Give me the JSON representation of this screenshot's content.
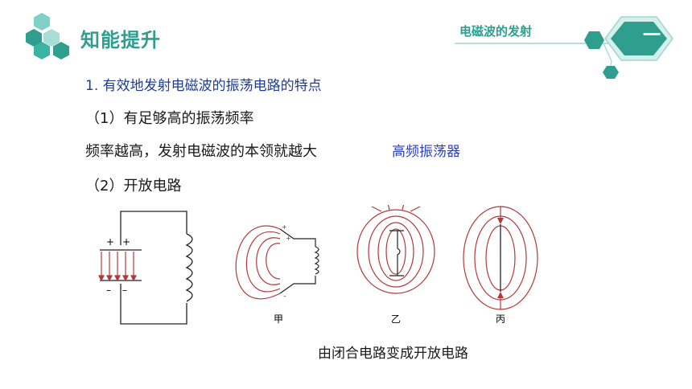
{
  "header": {
    "section_title": "知能提升",
    "chapter_label": "电磁波的发射",
    "chapter_number": "一"
  },
  "content": {
    "heading": "1. 有效地发射电磁波的振荡电路的特点",
    "point1_title": "（1）有足够高的振荡频率",
    "point1_desc": "频率越高，发射电磁波的本领就越大",
    "point1_note": "高频振荡器",
    "point2_title": "（2）开放电路"
  },
  "figures": {
    "capacitor_signs_top": [
      "+",
      "+"
    ],
    "capacitor_signs_bottom": [
      "–",
      "–"
    ],
    "labels": [
      "甲",
      "乙",
      "丙"
    ],
    "caption": "由闭合电路变成开放电路"
  },
  "colors": {
    "accent_teal": "#2f9e8f",
    "heading_blue": "#1f3c8f",
    "note_blue": "#2b3fc8",
    "field_red": "#b23a3a"
  }
}
